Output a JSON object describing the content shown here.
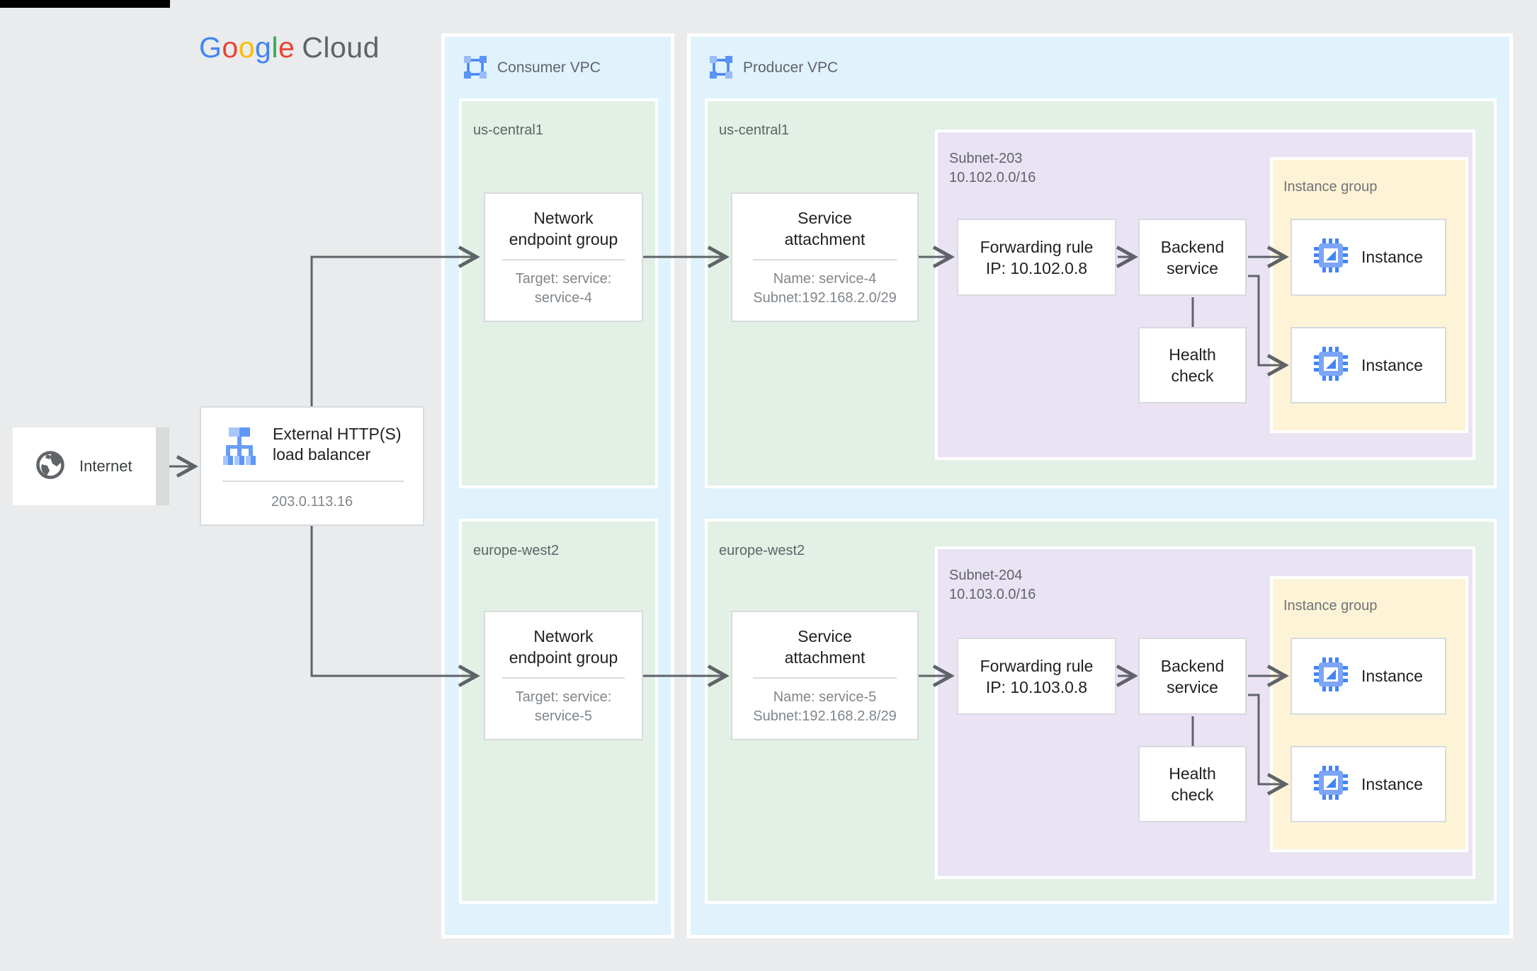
{
  "page": {
    "description": "Google Cloud architecture diagram: external HTTP(S) load balancer to Private Service Connect producer services"
  },
  "logo": {
    "letters": [
      {
        "ch": "G",
        "color": "#4285F4"
      },
      {
        "ch": "o",
        "color": "#EA4335"
      },
      {
        "ch": "o",
        "color": "#FBBC05"
      },
      {
        "ch": "g",
        "color": "#4285F4"
      },
      {
        "ch": "l",
        "color": "#34A853"
      },
      {
        "ch": "e",
        "color": "#EA4335"
      }
    ],
    "cloud": "Cloud"
  },
  "internet": {
    "label": "Internet"
  },
  "load_balancer": {
    "title_line1": "External HTTP(S)",
    "title_line2": "load balancer",
    "ip": "203.0.113.16"
  },
  "consumer_vpc": {
    "label": "Consumer VPC",
    "regions": [
      {
        "name": "us-central1",
        "neg": {
          "title_line1": "Network",
          "title_line2": "endpoint group",
          "target_line1": "Target: service:",
          "target_line2": "service-4"
        }
      },
      {
        "name": "europe-west2",
        "neg": {
          "title_line1": "Network",
          "title_line2": "endpoint group",
          "target_line1": "Target: service:",
          "target_line2": "service-5"
        }
      }
    ]
  },
  "producer_vpc": {
    "label": "Producer VPC",
    "regions": [
      {
        "name": "us-central1",
        "service_attachment": {
          "title_line1": "Service",
          "title_line2": "attachment",
          "detail_line1": "Name: service-4",
          "detail_line2": "Subnet:192.168.2.0/29"
        },
        "subnet": {
          "name": "Subnet-203",
          "cidr": "10.102.0.0/16",
          "forwarding_rule_line1": "Forwarding rule",
          "forwarding_rule_line2": "IP: 10.102.0.8",
          "backend_service_line1": "Backend",
          "backend_service_line2": "service",
          "health_check_line1": "Health",
          "health_check_line2": "check"
        },
        "instance_group": {
          "label": "Instance group",
          "instances": [
            "Instance",
            "Instance"
          ]
        }
      },
      {
        "name": "europe-west2",
        "service_attachment": {
          "title_line1": "Service",
          "title_line2": "attachment",
          "detail_line1": "Name: service-5",
          "detail_line2": "Subnet:192.168.2.8/29"
        },
        "subnet": {
          "name": "Subnet-204",
          "cidr": "10.103.0.0/16",
          "forwarding_rule_line1": "Forwarding rule",
          "forwarding_rule_line2": "IP: 10.103.0.8",
          "backend_service_line1": "Backend",
          "backend_service_line2": "service",
          "health_check_line1": "Health",
          "health_check_line2": "check"
        },
        "instance_group": {
          "label": "Instance group",
          "instances": [
            "Instance",
            "Instance"
          ]
        }
      }
    ]
  },
  "colors": {
    "page_bg": "#e9ebec",
    "vpc_blue": "#e0f2fc",
    "region_green": "#e2f0e5",
    "subnet_purple": "#eae3f4",
    "instance_group_yellow": "#fdf3d6",
    "connector_gray": "#5f6368",
    "box_border": "#d7dade",
    "title_text": "#212124",
    "secondary_text": "#80868b",
    "icon_blue": "#4285f4",
    "icon_blue_light": "#a9c6fb",
    "icon_blue_mid": "#5e97f6"
  }
}
